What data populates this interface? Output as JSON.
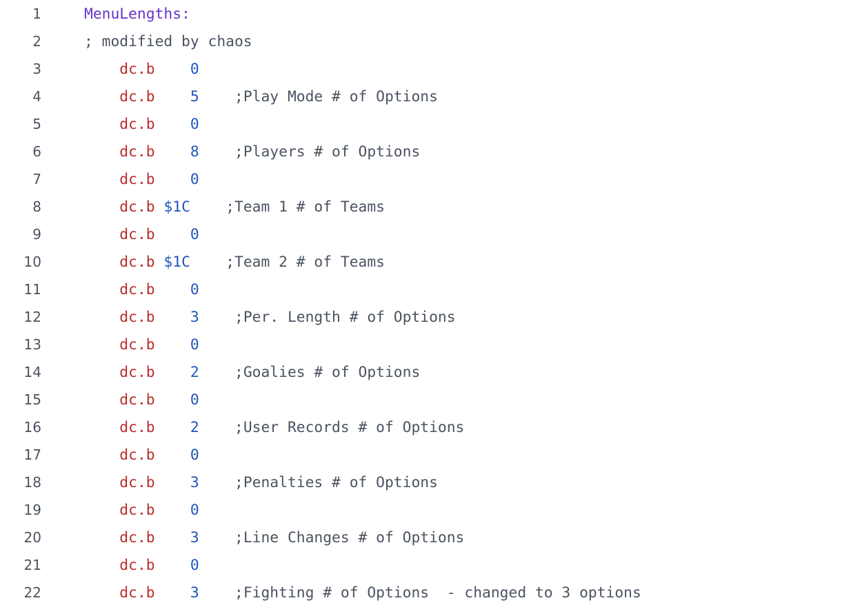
{
  "editor": {
    "background": "#ffffff",
    "gutter_color": "#4a5360",
    "colors": {
      "label": "#6633cc",
      "mnemonic": "#bb2b2b",
      "number": "#2255bb",
      "comment": "#4a5360"
    },
    "line_count": 22,
    "language": "assembly"
  },
  "lines": [
    {
      "number": "1",
      "indent": "",
      "label": "MenuLengths:",
      "mnemonic": "",
      "gap": "",
      "operand": "",
      "pad": "",
      "comment": ""
    },
    {
      "number": "2",
      "indent": "",
      "label": "",
      "mnemonic": "",
      "gap": "",
      "operand": "",
      "pad": "",
      "comment": "; modified by chaos"
    },
    {
      "number": "3",
      "indent": "    ",
      "label": "",
      "mnemonic": "dc.b",
      "gap": "  ",
      "operand": "  0",
      "pad": "",
      "comment": ""
    },
    {
      "number": "4",
      "indent": "    ",
      "label": "",
      "mnemonic": "dc.b",
      "gap": "  ",
      "operand": "  5",
      "pad": "    ",
      "comment": ";Play Mode # of Options"
    },
    {
      "number": "5",
      "indent": "    ",
      "label": "",
      "mnemonic": "dc.b",
      "gap": "  ",
      "operand": "  0",
      "pad": "",
      "comment": ""
    },
    {
      "number": "6",
      "indent": "    ",
      "label": "",
      "mnemonic": "dc.b",
      "gap": "  ",
      "operand": "  8",
      "pad": "    ",
      "comment": ";Players # of Options"
    },
    {
      "number": "7",
      "indent": "    ",
      "label": "",
      "mnemonic": "dc.b",
      "gap": "  ",
      "operand": "  0",
      "pad": "",
      "comment": ""
    },
    {
      "number": "8",
      "indent": "    ",
      "label": "",
      "mnemonic": "dc.b",
      "gap": " ",
      "operand": "$1C",
      "pad": "    ",
      "comment": ";Team 1 # of Teams"
    },
    {
      "number": "9",
      "indent": "    ",
      "label": "",
      "mnemonic": "dc.b",
      "gap": "  ",
      "operand": "  0",
      "pad": "",
      "comment": ""
    },
    {
      "number": "10",
      "indent": "    ",
      "label": "",
      "mnemonic": "dc.b",
      "gap": " ",
      "operand": "$1C",
      "pad": "    ",
      "comment": ";Team 2 # of Teams"
    },
    {
      "number": "11",
      "indent": "    ",
      "label": "",
      "mnemonic": "dc.b",
      "gap": "  ",
      "operand": "  0",
      "pad": "",
      "comment": ""
    },
    {
      "number": "12",
      "indent": "    ",
      "label": "",
      "mnemonic": "dc.b",
      "gap": "  ",
      "operand": "  3",
      "pad": "    ",
      "comment": ";Per. Length # of Options"
    },
    {
      "number": "13",
      "indent": "    ",
      "label": "",
      "mnemonic": "dc.b",
      "gap": "  ",
      "operand": "  0",
      "pad": "",
      "comment": ""
    },
    {
      "number": "14",
      "indent": "    ",
      "label": "",
      "mnemonic": "dc.b",
      "gap": "  ",
      "operand": "  2",
      "pad": "    ",
      "comment": ";Goalies # of Options"
    },
    {
      "number": "15",
      "indent": "    ",
      "label": "",
      "mnemonic": "dc.b",
      "gap": "  ",
      "operand": "  0",
      "pad": "",
      "comment": ""
    },
    {
      "number": "16",
      "indent": "    ",
      "label": "",
      "mnemonic": "dc.b",
      "gap": "  ",
      "operand": "  2",
      "pad": "    ",
      "comment": ";User Records # of Options"
    },
    {
      "number": "17",
      "indent": "    ",
      "label": "",
      "mnemonic": "dc.b",
      "gap": "  ",
      "operand": "  0",
      "pad": "",
      "comment": ""
    },
    {
      "number": "18",
      "indent": "    ",
      "label": "",
      "mnemonic": "dc.b",
      "gap": "  ",
      "operand": "  3",
      "pad": "    ",
      "comment": ";Penalties # of Options"
    },
    {
      "number": "19",
      "indent": "    ",
      "label": "",
      "mnemonic": "dc.b",
      "gap": "  ",
      "operand": "  0",
      "pad": "",
      "comment": ""
    },
    {
      "number": "20",
      "indent": "    ",
      "label": "",
      "mnemonic": "dc.b",
      "gap": "  ",
      "operand": "  3",
      "pad": "    ",
      "comment": ";Line Changes # of Options"
    },
    {
      "number": "21",
      "indent": "    ",
      "label": "",
      "mnemonic": "dc.b",
      "gap": "  ",
      "operand": "  0",
      "pad": "",
      "comment": ""
    },
    {
      "number": "22",
      "indent": "    ",
      "label": "",
      "mnemonic": "dc.b",
      "gap": "  ",
      "operand": "  3",
      "pad": "    ",
      "comment": ";Fighting # of Options  - changed to 3 options"
    }
  ]
}
